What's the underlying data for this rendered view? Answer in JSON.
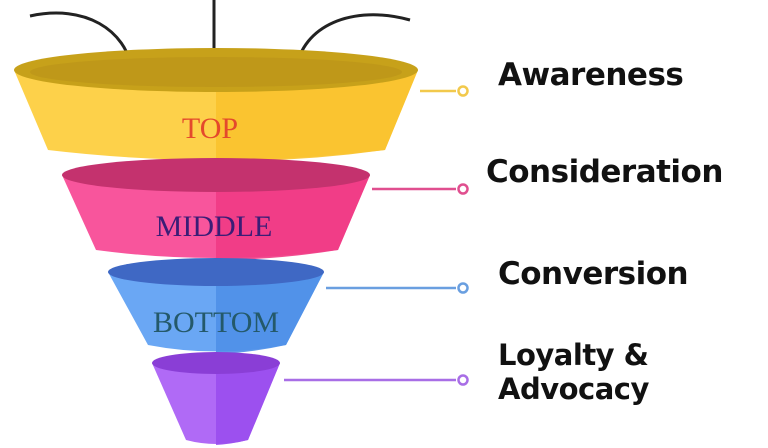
{
  "funnel": {
    "tiers": [
      {
        "label": "TOP",
        "color": "#fbd13f",
        "label_color": "#e4492c"
      },
      {
        "label": "MIDDLE",
        "color": "#f5478f",
        "label_color": "#3b1d76"
      },
      {
        "label": "BOTTOM",
        "color": "#5f9ef2",
        "label_color": "#24596a"
      },
      {
        "label": "",
        "color": "#a85cf2",
        "label_color": "#a85cf2"
      }
    ]
  },
  "stages": [
    {
      "label_line1": "Awareness",
      "label_line2": "",
      "color": "#f2c94c"
    },
    {
      "label_line1": "Consideration",
      "label_line2": "",
      "color": "#e04f8f"
    },
    {
      "label_line1": "Conversion",
      "label_line2": "",
      "color": "#6a9fe0"
    },
    {
      "label_line1": "Loyalty &",
      "label_line2": "Advocacy",
      "color": "#a86ee6"
    }
  ]
}
